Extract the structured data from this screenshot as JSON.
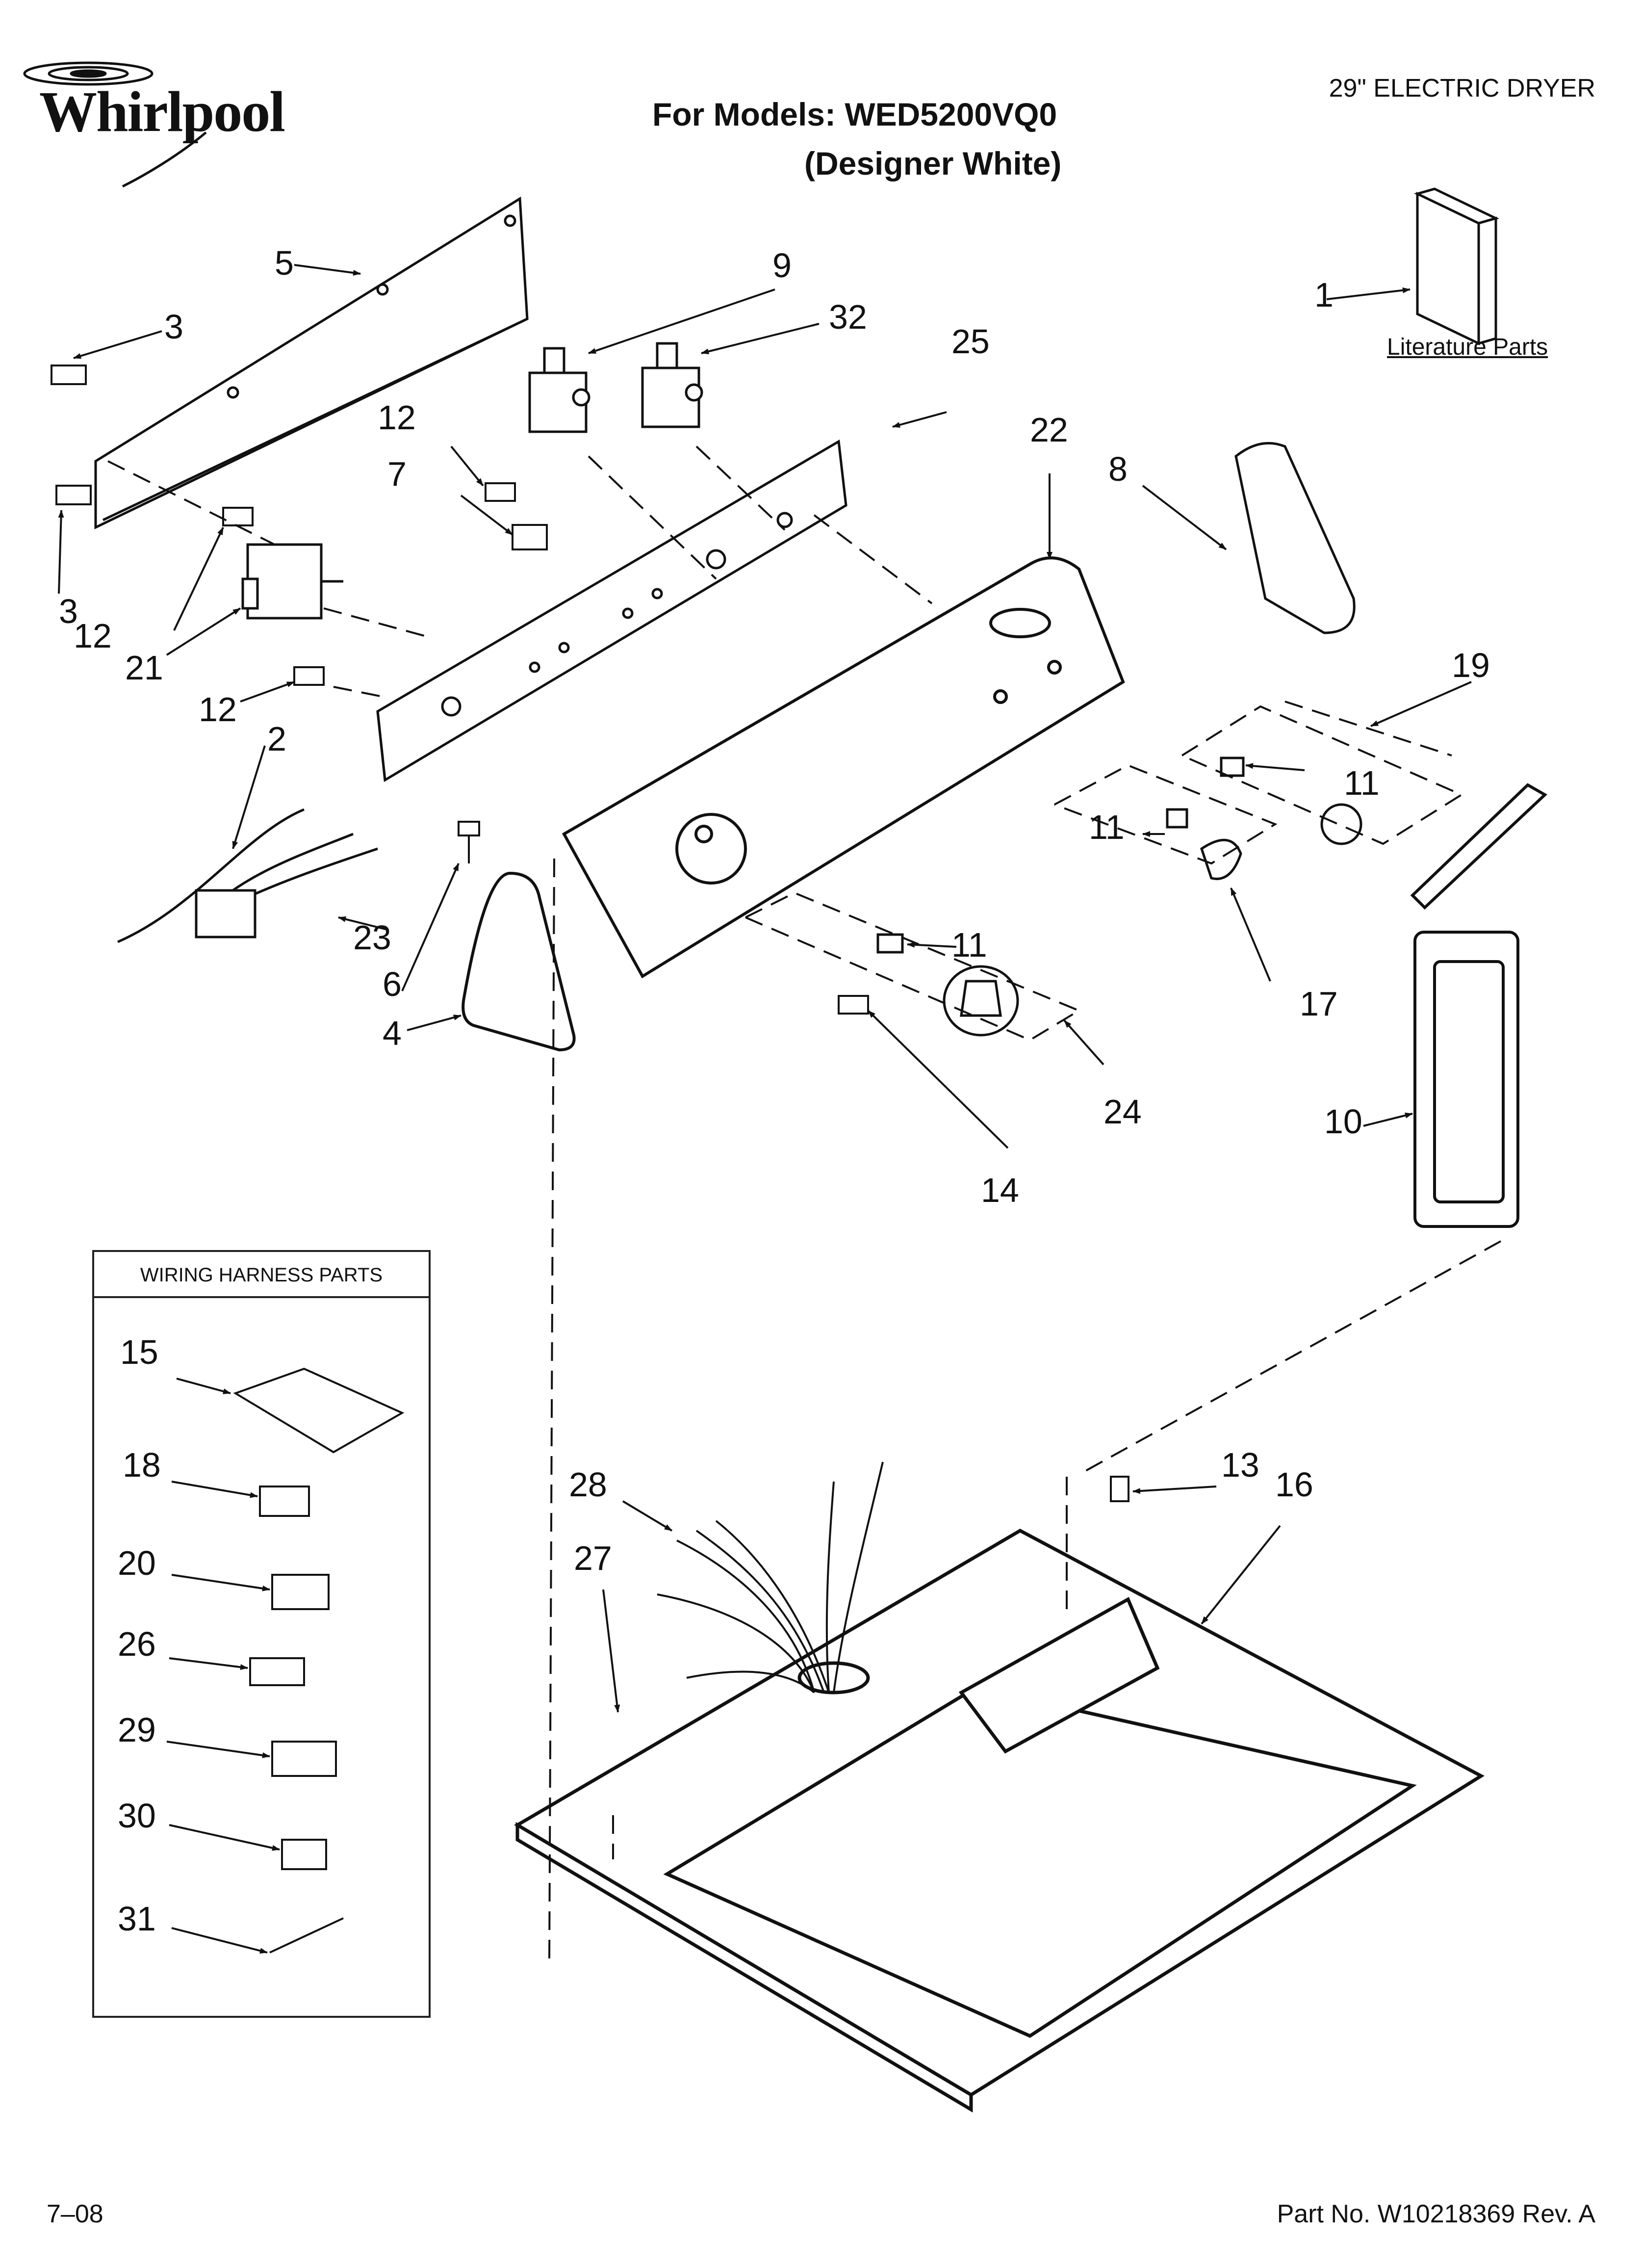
{
  "header": {
    "brand": "Whirlpool",
    "models_line": "For Models: WED5200VQ0",
    "color_variant": "(Designer White)",
    "product_type": "29\" ELECTRIC DRYER"
  },
  "literature": {
    "caption": "Literature Parts"
  },
  "legend": {
    "title": "WIRING HARNESS PARTS"
  },
  "callouts": [
    {
      "id": "c-1",
      "text": "1"
    },
    {
      "id": "c-2",
      "text": "2"
    },
    {
      "id": "c-3a",
      "text": "3"
    },
    {
      "id": "c-3b",
      "text": "3"
    },
    {
      "id": "c-4",
      "text": "4"
    },
    {
      "id": "c-5",
      "text": "5"
    },
    {
      "id": "c-6",
      "text": "6"
    },
    {
      "id": "c-7",
      "text": "7"
    },
    {
      "id": "c-8",
      "text": "8"
    },
    {
      "id": "c-9",
      "text": "9"
    },
    {
      "id": "c-10",
      "text": "10"
    },
    {
      "id": "c-11a",
      "text": "11"
    },
    {
      "id": "c-11b",
      "text": "11"
    },
    {
      "id": "c-11c",
      "text": "11"
    },
    {
      "id": "c-12a",
      "text": "12"
    },
    {
      "id": "c-12b",
      "text": "12"
    },
    {
      "id": "c-12c",
      "text": "12"
    },
    {
      "id": "c-13",
      "text": "13"
    },
    {
      "id": "c-14",
      "text": "14"
    },
    {
      "id": "c-15",
      "text": "15"
    },
    {
      "id": "c-16",
      "text": "16"
    },
    {
      "id": "c-17",
      "text": "17"
    },
    {
      "id": "c-18",
      "text": "18"
    },
    {
      "id": "c-19",
      "text": "19"
    },
    {
      "id": "c-20",
      "text": "20"
    },
    {
      "id": "c-21",
      "text": "21"
    },
    {
      "id": "c-22",
      "text": "22"
    },
    {
      "id": "c-23",
      "text": "23"
    },
    {
      "id": "c-24",
      "text": "24"
    },
    {
      "id": "c-25",
      "text": "25"
    },
    {
      "id": "c-26",
      "text": "26"
    },
    {
      "id": "c-27",
      "text": "27"
    },
    {
      "id": "c-28",
      "text": "28"
    },
    {
      "id": "c-29",
      "text": "29"
    },
    {
      "id": "c-30",
      "text": "30"
    },
    {
      "id": "c-31",
      "text": "31"
    },
    {
      "id": "c-32",
      "text": "32"
    }
  ],
  "footer": {
    "date_code": "7–08",
    "part_number": "Part No. W10218369 Rev. A"
  }
}
